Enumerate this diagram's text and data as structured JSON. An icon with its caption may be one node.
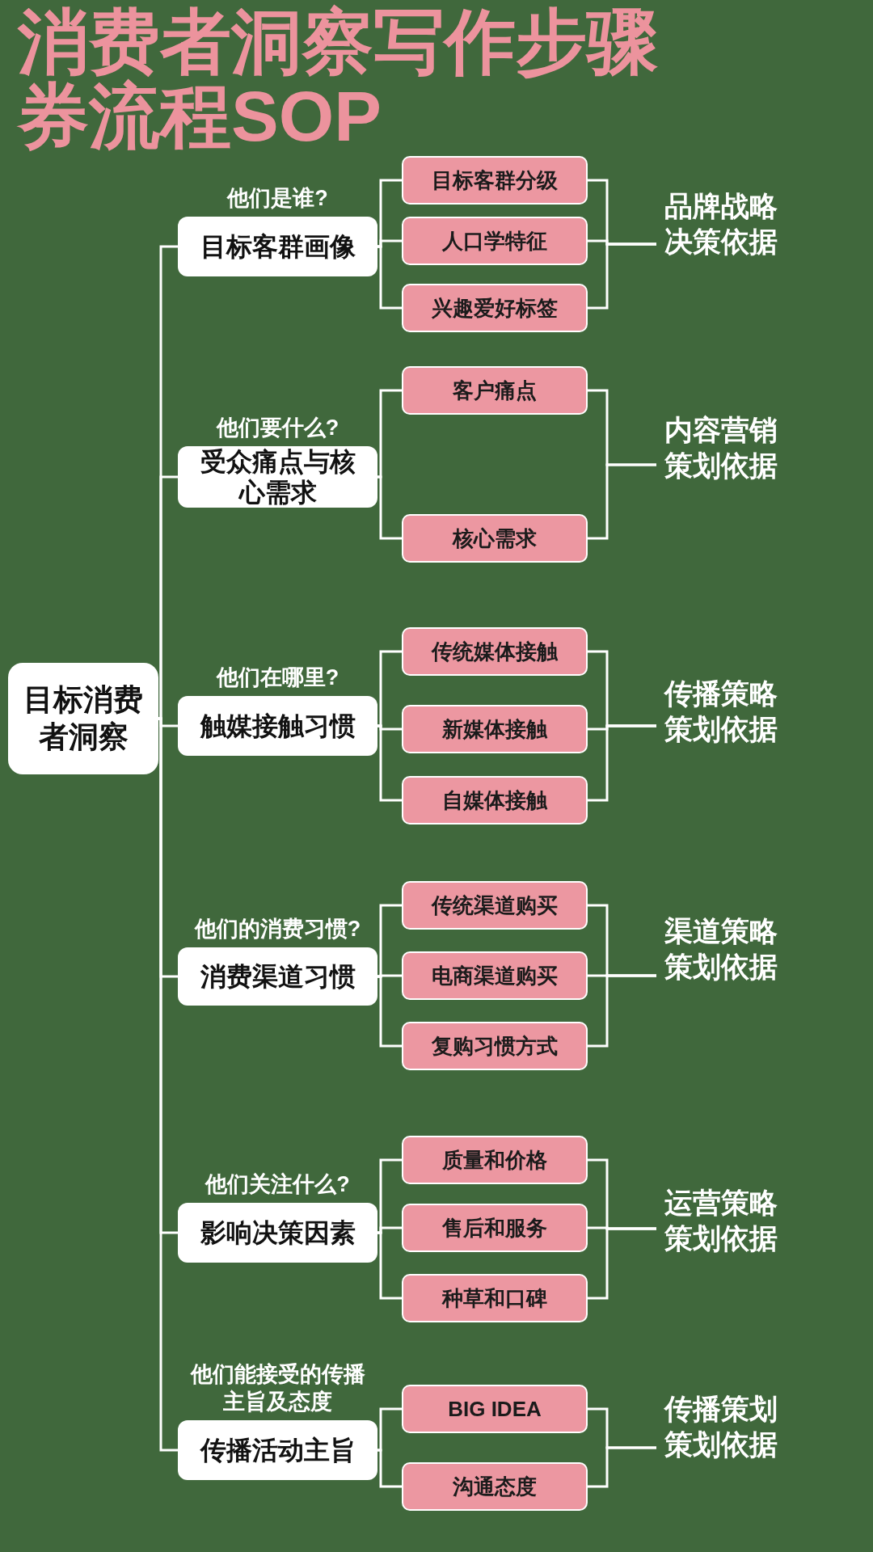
{
  "diagram": {
    "title": "消费者洞察写作步骤券流程SOP",
    "nodes": [
      {
        "text": [
          "目标消费者洞察"
        ]
      },
      {
        "text": [
          "他们是谁?",
          "目标客群画像"
        ]
      },
      {
        "text": [
          "目标客群分级"
        ]
      },
      {
        "text": [
          "人口学特征"
        ]
      },
      {
        "text": [
          "兴趣爱好标签"
        ]
      },
      {
        "text": [
          "品牌战略决策依据"
        ]
      },
      {
        "text": [
          "他们要什么?",
          "受众痛点与核心需求"
        ]
      },
      {
        "text": [
          "客户痛点"
        ]
      },
      {
        "text": [
          "核心需求"
        ]
      },
      {
        "text": [
          "内容营销策划依据"
        ]
      },
      {
        "text": [
          "他们在哪里?",
          "触媒接触习惯"
        ]
      },
      {
        "text": [
          "传统媒体接触"
        ]
      },
      {
        "text": [
          "新媒体接触"
        ]
      },
      {
        "text": [
          "自媒体接触"
        ]
      },
      {
        "text": [
          "传播策略策划依据"
        ]
      },
      {
        "text": [
          "他们的消费习惯?",
          "消费渠道习惯"
        ]
      },
      {
        "text": [
          "传统渠道购买"
        ]
      },
      {
        "text": [
          "电商渠道购买"
        ]
      },
      {
        "text": [
          "复购习惯方式"
        ]
      },
      {
        "text": [
          "渠道策略策划依据"
        ]
      },
      {
        "text": [
          "他们关注什么?",
          "影响决策因素"
        ]
      },
      {
        "text": [
          "质量和价格"
        ]
      },
      {
        "text": [
          "售后和服务"
        ]
      },
      {
        "text": [
          "种草和口碑"
        ]
      },
      {
        "text": [
          "运营策略策划依据"
        ]
      },
      {
        "text": [
          "他们能接受的传播主旨及态度",
          "传播活动主旨"
        ]
      },
      {
        "text": [
          "BIG IDEA"
        ]
      },
      {
        "text": [
          "沟通态度"
        ]
      },
      {
        "text": [
          "传播策划策划依据"
        ]
      }
    ],
    "edges": [
      {
        "from": 0,
        "to": 1,
        "arrow": "none"
      },
      {
        "from": 1,
        "to": 2,
        "arrow": "none"
      },
      {
        "from": 1,
        "to": 3,
        "arrow": "none"
      },
      {
        "from": 1,
        "to": 4,
        "arrow": "none"
      },
      {
        "from": 2,
        "to": 5,
        "arrow": "none"
      },
      {
        "from": 3,
        "to": 5,
        "arrow": "none"
      },
      {
        "from": 4,
        "to": 5,
        "arrow": "none"
      },
      {
        "from": 0,
        "to": 6,
        "arrow": "none"
      },
      {
        "from": 6,
        "to": 7,
        "arrow": "none"
      },
      {
        "from": 6,
        "to": 8,
        "arrow": "none"
      },
      {
        "from": 7,
        "to": 9,
        "arrow": "none"
      },
      {
        "from": 8,
        "to": 9,
        "arrow": "none"
      },
      {
        "from": 0,
        "to": 10,
        "arrow": "none"
      },
      {
        "from": 10,
        "to": 11,
        "arrow": "none"
      },
      {
        "from": 10,
        "to": 12,
        "arrow": "none"
      },
      {
        "from": 10,
        "to": 13,
        "arrow": "none"
      },
      {
        "from": 11,
        "to": 14,
        "arrow": "none"
      },
      {
        "from": 12,
        "to": 14,
        "arrow": "none"
      },
      {
        "from": 13,
        "to": 14,
        "arrow": "none"
      },
      {
        "from": 0,
        "to": 15,
        "arrow": "none"
      },
      {
        "from": 15,
        "to": 16,
        "arrow": "none"
      },
      {
        "from": 15,
        "to": 17,
        "arrow": "none"
      },
      {
        "from": 15,
        "to": 18,
        "arrow": "none"
      },
      {
        "from": 16,
        "to": 19,
        "arrow": "none"
      },
      {
        "from": 17,
        "to": 19,
        "arrow": "none"
      },
      {
        "from": 18,
        "to": 19,
        "arrow": "none"
      },
      {
        "from": 0,
        "to": 20,
        "arrow": "none"
      },
      {
        "from": 20,
        "to": 21,
        "arrow": "none"
      },
      {
        "from": 20,
        "to": 22,
        "arrow": "none"
      },
      {
        "from": 20,
        "to": 23,
        "arrow": "none"
      },
      {
        "from": 21,
        "to": 24,
        "arrow": "none"
      },
      {
        "from": 22,
        "to": 24,
        "arrow": "none"
      },
      {
        "from": 23,
        "to": 24,
        "arrow": "none"
      },
      {
        "from": 0,
        "to": 25,
        "arrow": "none"
      },
      {
        "from": 25,
        "to": 26,
        "arrow": "none"
      },
      {
        "from": 25,
        "to": 27,
        "arrow": "none"
      },
      {
        "from": 26,
        "to": 28,
        "arrow": "none"
      },
      {
        "from": 27,
        "to": 28,
        "arrow": "none"
      }
    ]
  }
}
